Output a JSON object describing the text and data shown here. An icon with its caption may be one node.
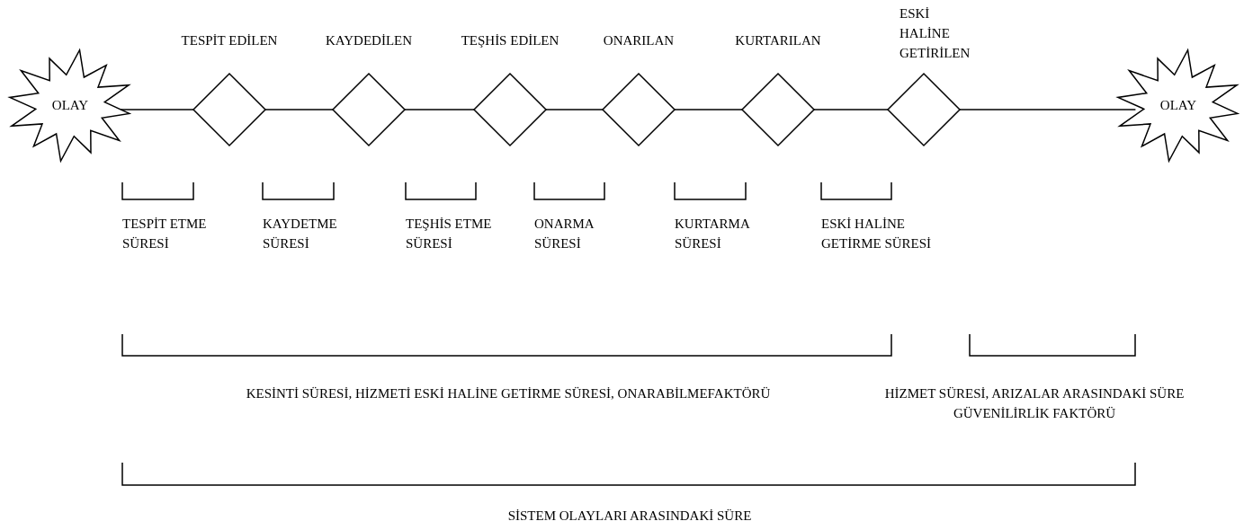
{
  "diagram": {
    "nodes": [
      {
        "text": [
          "OLAY"
        ]
      },
      {
        "text": [
          "TESPİT EDİLEN"
        ]
      },
      {
        "text": [
          "KAYDEDİLEN"
        ]
      },
      {
        "text": [
          "TEŞHİS EDİLEN"
        ]
      },
      {
        "text": [
          "ONARILAN"
        ]
      },
      {
        "text": [
          "KURTARILAN"
        ]
      },
      {
        "text": [
          "ESKİ HALİNE GETİRİLEN"
        ]
      },
      {
        "text": [
          "OLAY"
        ]
      }
    ],
    "edges": [
      {
        "from": 0,
        "to": 1,
        "arrow": "none"
      },
      {
        "from": 1,
        "to": 2,
        "arrow": "none"
      },
      {
        "from": 2,
        "to": 3,
        "arrow": "none"
      },
      {
        "from": 3,
        "to": 4,
        "arrow": "none"
      },
      {
        "from": 4,
        "to": 5,
        "arrow": "none"
      },
      {
        "from": 5,
        "to": 6,
        "arrow": "none"
      },
      {
        "from": 6,
        "to": 7,
        "arrow": "none"
      }
    ],
    "labels": [
      "TESPİT ETME SÜRESİ",
      "KAYDETME SÜRESİ",
      "TEŞHİS ETME SÜRESİ",
      "ONARMA SÜRESİ",
      "KURTARMA SÜRESİ",
      "ESKİ HALİNE GETİRME SÜRESİ",
      "KESİNTİ SÜRESİ, HİZMETİ ESKİ HALİNE GETİRME SÜRESİ, ONARABİLMEFAKTÖRÜ",
      "HİZMET SÜRESİ, ARIZALAR ARASINDAKİ SÜRE GÜVENİLİRLİK FAKTÖRÜ",
      "SİSTEM OLAYLARI ARASINDAKİ SÜRE"
    ]
  }
}
